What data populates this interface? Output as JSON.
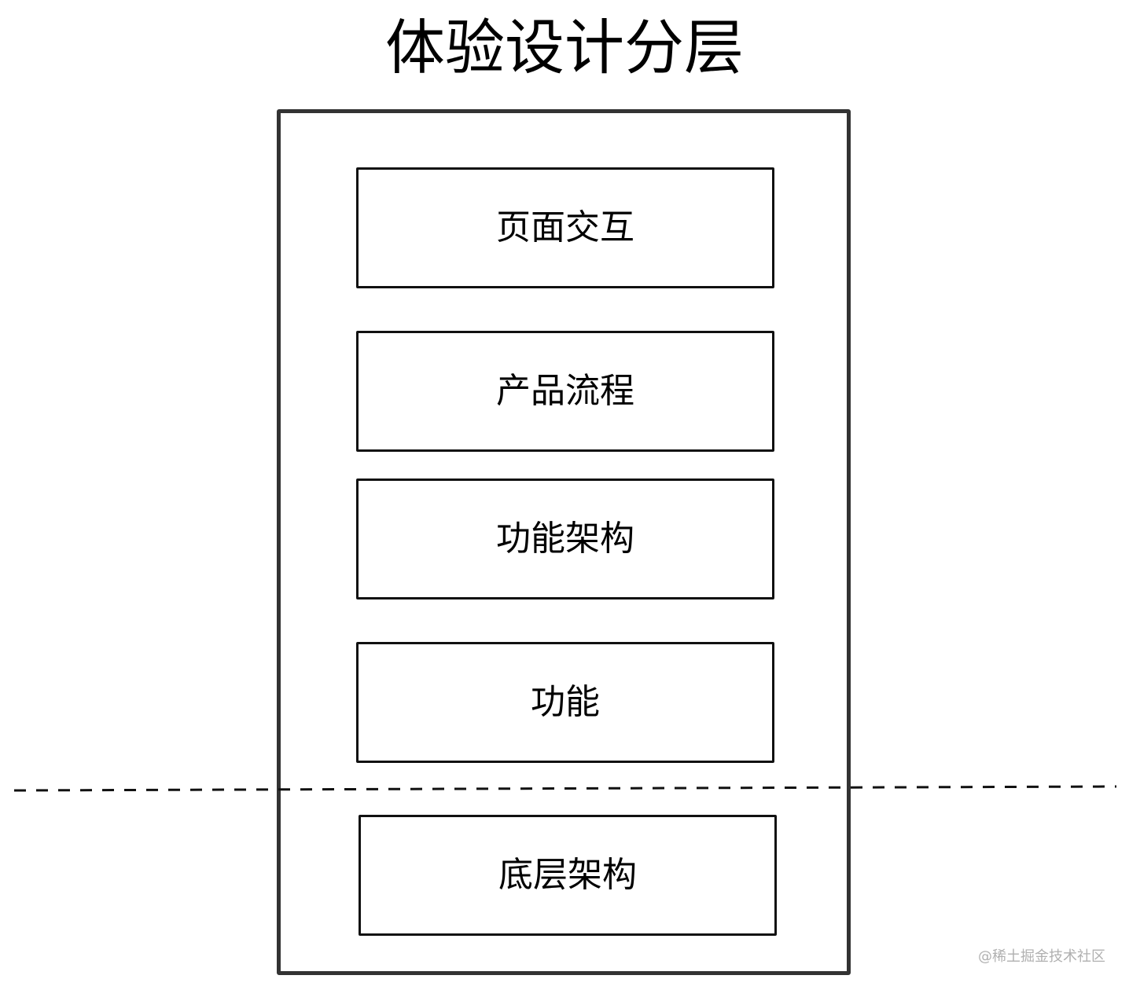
{
  "title": "体验设计分层",
  "layers": [
    "页面交互",
    "产品流程",
    "功能架构",
    "功能",
    "底层架构"
  ],
  "watermark": "@稀土掘金技术社区",
  "colors": {
    "frame": "#333333",
    "box_border": "#111111",
    "text": "#000000",
    "watermark": "#b0b0b0"
  }
}
